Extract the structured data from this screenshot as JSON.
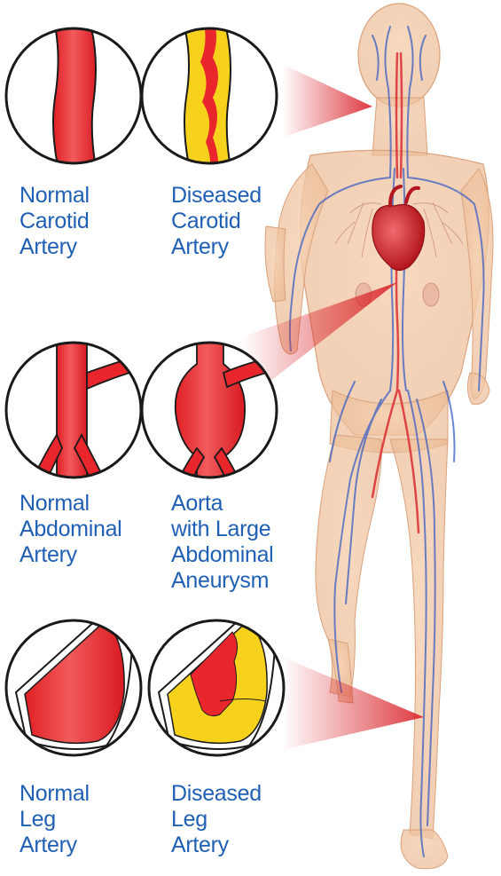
{
  "labels": {
    "normal_carotid": [
      "Normal",
      "Carotid",
      "Artery"
    ],
    "diseased_carotid": [
      "Diseased",
      "Carotid",
      "Artery"
    ],
    "normal_abdominal": [
      "Normal",
      "Abdominal",
      "Artery"
    ],
    "aneurysm": [
      "Aorta",
      "with Large",
      "Abdominal",
      "Aneurysm"
    ],
    "normal_leg": [
      "Normal",
      "Leg",
      "Artery"
    ],
    "diseased_leg": [
      "Diseased",
      "Leg",
      "Artery"
    ]
  },
  "colors": {
    "label_text": "#1f5fb4",
    "artery_red": "#e8262b",
    "plaque_yellow": "#f7d21c",
    "skin": "#f2c6a0",
    "vein_blue": "#3b5fc4",
    "pointer_red": "#d9232a"
  }
}
